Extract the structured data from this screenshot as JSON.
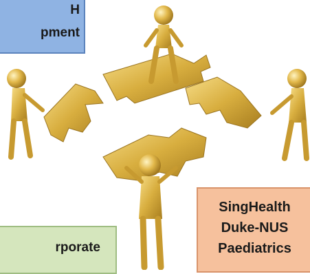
{
  "boxes": {
    "top_left": [
      "H",
      "pment"
    ],
    "bottom_left": "rporate",
    "bottom_right": [
      "SingHealth",
      "Duke-NUS",
      "Paediatrics"
    ]
  },
  "colors": {
    "gold": "#c9a02c",
    "blue_box": "#8fb3e3",
    "green_box": "#d5e6bd",
    "orange_box": "#f6c19d"
  },
  "illustration": "four gold figures carrying arrow puzzle pieces"
}
